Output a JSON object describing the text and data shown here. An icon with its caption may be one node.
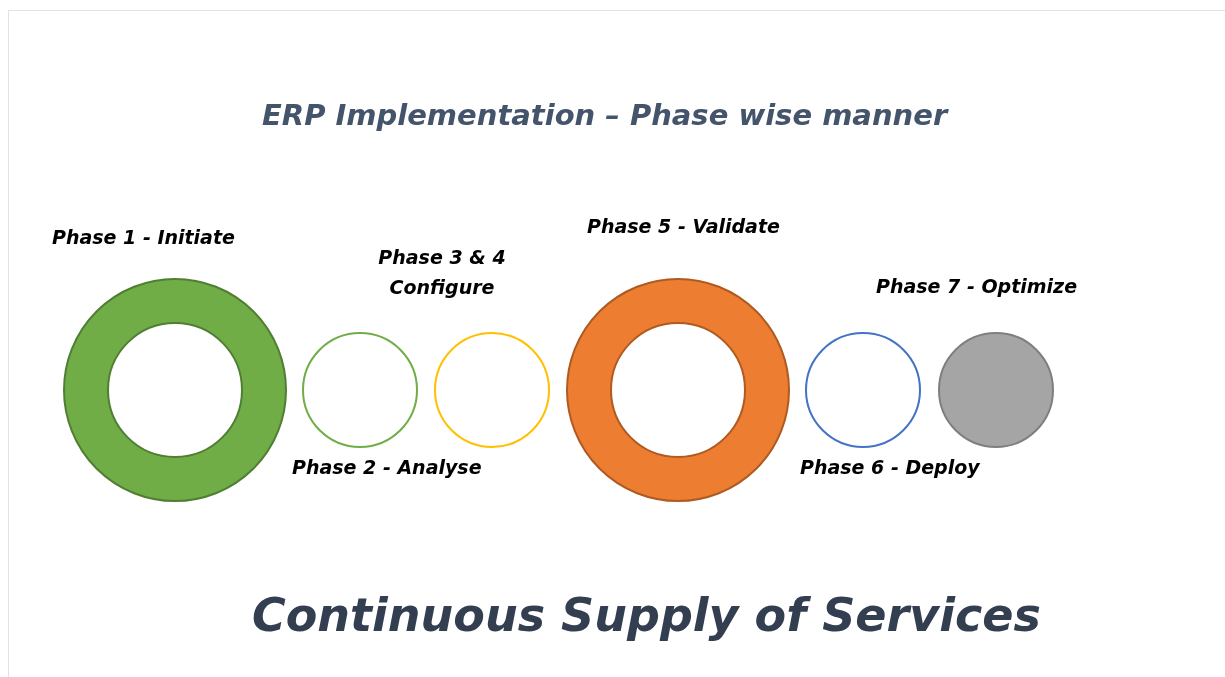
{
  "diagram": {
    "title": "ERP Implementation – Phase wise manner",
    "caption": "Continuous Supply of Services",
    "nodes": [
      {
        "text": [],
        "shape": "ring",
        "beside": [
          "Phase 1 - Initiate"
        ]
      },
      {
        "text": [],
        "shape": "circle",
        "beside": [
          "Phase 2 - Analyse"
        ]
      },
      {
        "text": [],
        "shape": "circle",
        "beside": [
          "Phase 3 & 4 Configure"
        ]
      },
      {
        "text": [],
        "shape": "ring",
        "beside": [
          "Phase 5 - Validate"
        ]
      },
      {
        "text": [],
        "shape": "circle",
        "beside": [
          "Phase 6 - Deploy"
        ]
      },
      {
        "text": [],
        "shape": "circle",
        "beside": [
          "Phase 7 - Optimize"
        ]
      }
    ]
  }
}
